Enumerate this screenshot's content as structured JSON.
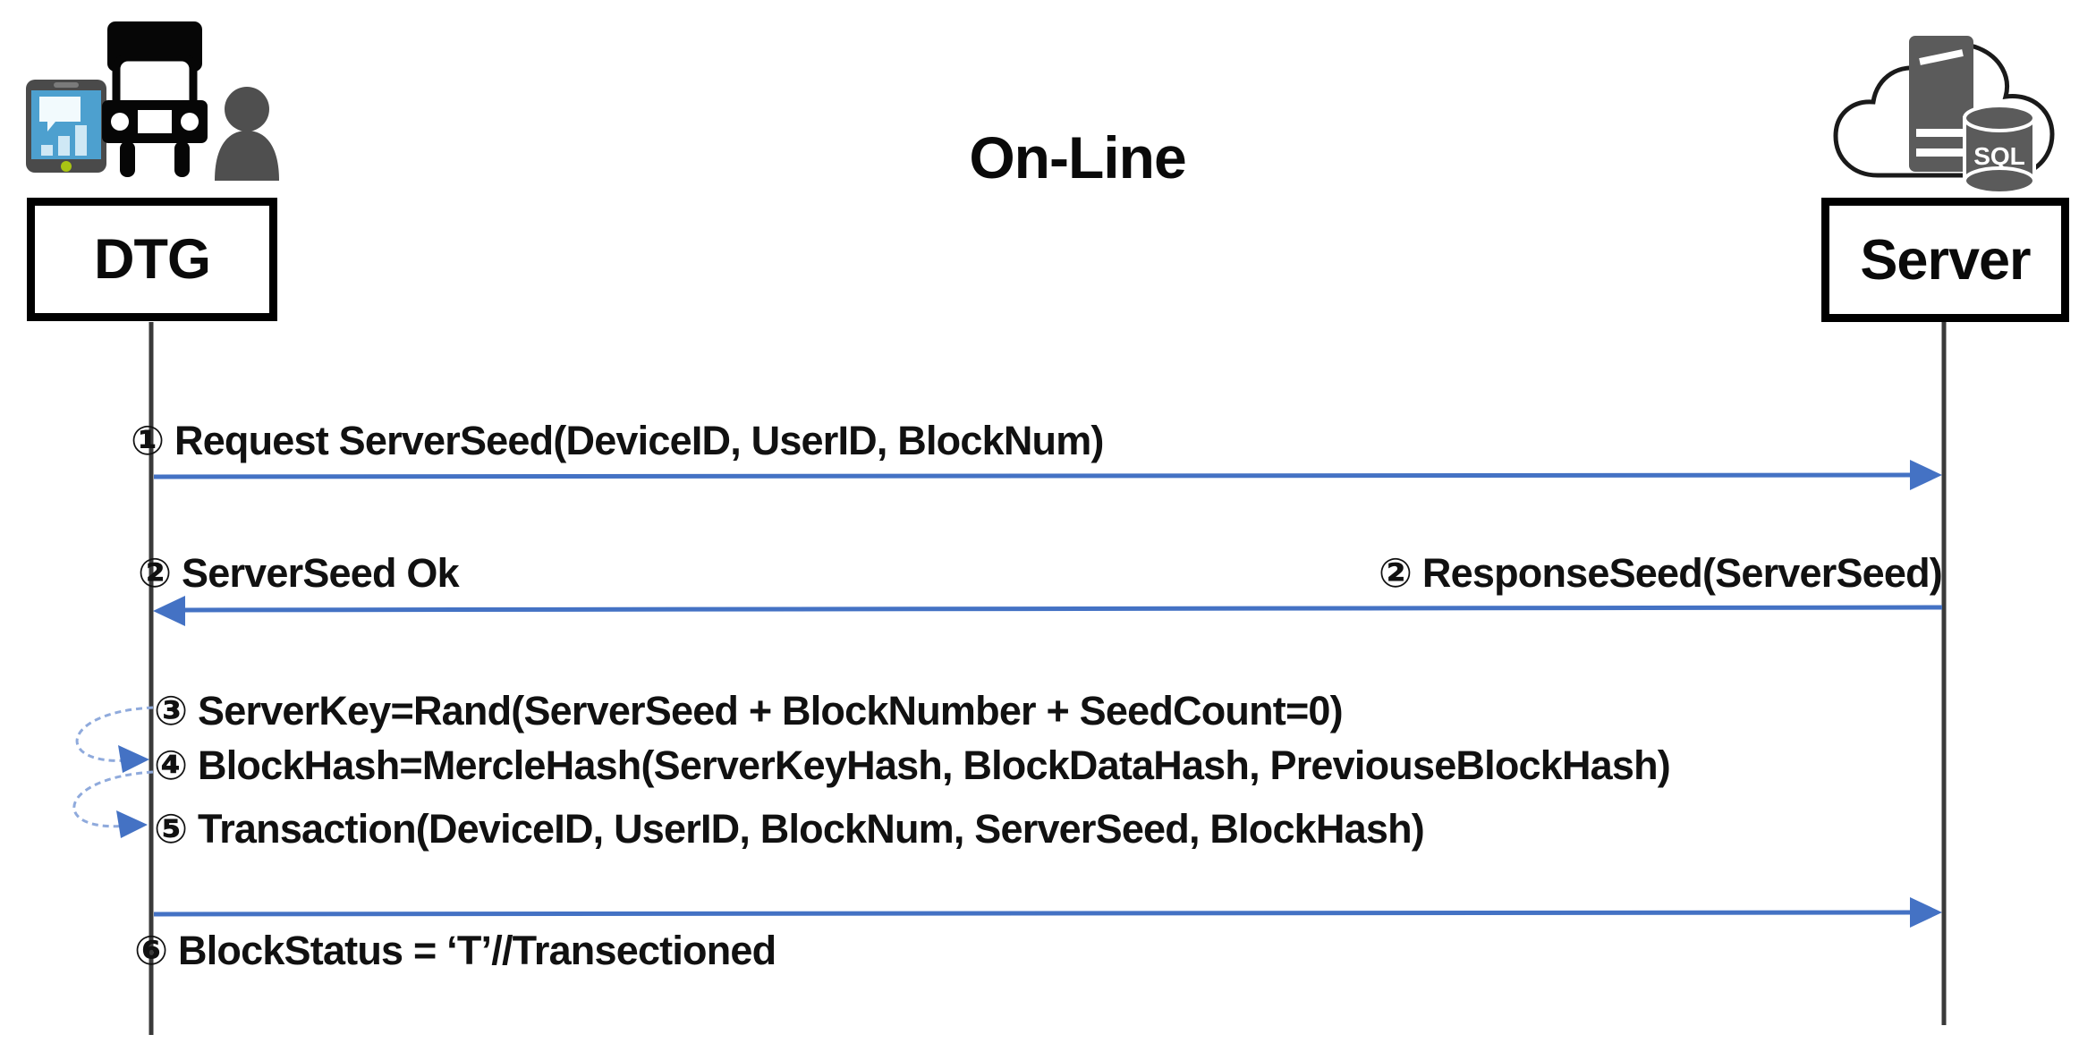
{
  "diagram": {
    "title": "On-Line",
    "actors": {
      "left": {
        "label": "DTG"
      },
      "right": {
        "label": "Server"
      }
    },
    "icons": {
      "left": [
        "tablet-chart-icon",
        "truck-icon",
        "driver-icon"
      ],
      "right": [
        "cloud-server-sql-icon"
      ],
      "sql_badge": "SQL"
    },
    "messages": [
      {
        "step": "①",
        "label": "① Request ServerSeed(DeviceID, UserID, BlockNum)",
        "from": "DTG",
        "to": "Server",
        "arrow": "solid-right"
      },
      {
        "step": "②",
        "label_left": "② ServerSeed Ok",
        "label_right": "② ResponseSeed(ServerSeed)",
        "from": "Server",
        "to": "DTG",
        "arrow": "solid-left"
      },
      {
        "step": "③",
        "label": "③ ServerKey=Rand(ServerSeed + BlockNumber + SeedCount=0)",
        "from": "DTG",
        "to": "DTG",
        "arrow": "self-loop"
      },
      {
        "step": "④",
        "label": "④ BlockHash=MercleHash(ServerKeyHash, BlockDataHash, PreviouseBlockHash)",
        "from": "DTG",
        "to": "DTG",
        "arrow": "self-loop"
      },
      {
        "step": "⑤",
        "label": "⑤ Transaction(DeviceID, UserID, BlockNum, ServerSeed, BlockHash)",
        "from": "DTG",
        "to": "Server",
        "arrow": "solid-right"
      },
      {
        "step": "⑥",
        "label": "⑥ BlockStatus = ‘T’//Transectioned",
        "from": "DTG",
        "to": "DTG",
        "arrow": "none"
      }
    ],
    "colors": {
      "arrow_blue": "#4472C4",
      "loop_blue": "#8FAADC",
      "lifeline_gray": "#3A3A3A",
      "box_border": "#000000",
      "icon_gray": "#5B5B5B",
      "tablet_screen_blue": "#4DA0CF",
      "text": "#111111"
    }
  }
}
